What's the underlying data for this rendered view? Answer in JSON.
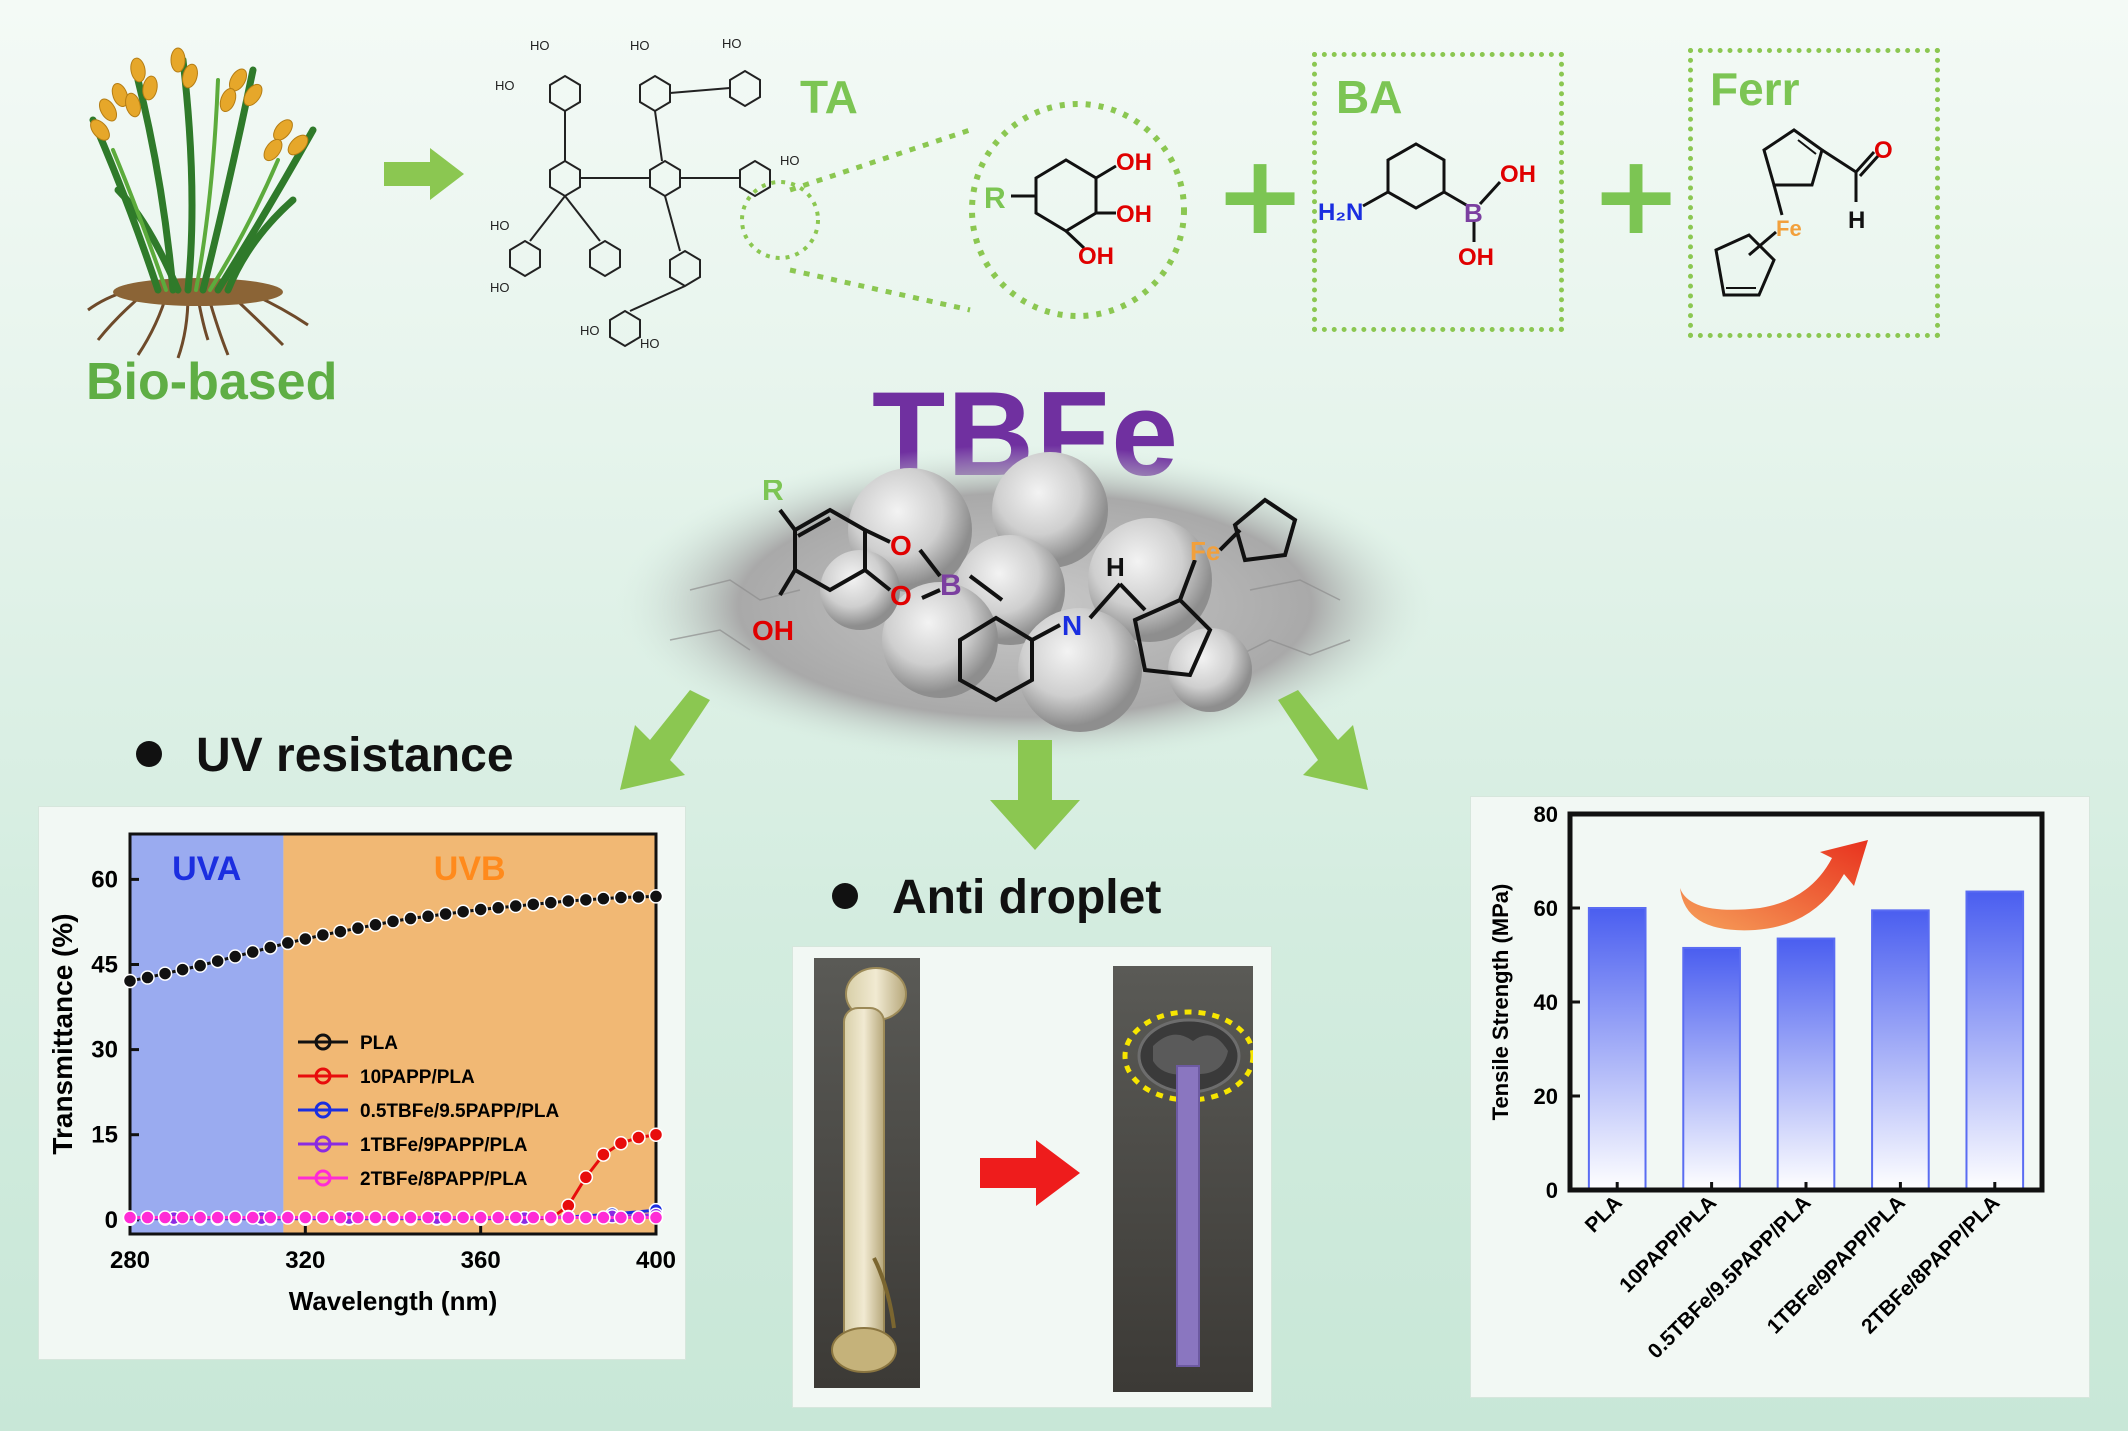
{
  "top": {
    "bio_label": "Bio-based",
    "ta_label": "TA",
    "ba_label": "BA",
    "ferr_label": "Ferr"
  },
  "structures": {
    "ta_closeup": {
      "r": "R",
      "oh1": "OH",
      "oh2": "OH",
      "oh3": "OH"
    },
    "ba": {
      "h2n": "H₂N",
      "b": "B",
      "oh1": "OH",
      "oh2": "OH"
    },
    "ferr": {
      "fe": "Fe",
      "o": "O",
      "h": "H"
    },
    "tannic_oh": "HO"
  },
  "center": {
    "title": "TBFe",
    "r": "R",
    "o1": "O",
    "o2": "O",
    "b": "B",
    "oh": "OH",
    "n": "N",
    "h": "H",
    "fe": "Fe"
  },
  "sections": {
    "uv": "UV resistance",
    "drop": "Anti droplet"
  },
  "colors": {
    "green": "#7cc553",
    "purple": "#7030a0",
    "boron": "#7b3fa0",
    "oxygen": "#e00000",
    "nitrogen": "#1a2ee0",
    "iron": "#f2a03c",
    "uva_band": "#9aabf0",
    "uvb_band": "#f1b874",
    "bar_top": "#4a5ef0"
  },
  "chart_data": [
    {
      "type": "line",
      "xlabel": "Wavelength (nm)",
      "ylabel": "Transmittance (%)",
      "xlim": [
        280,
        400
      ],
      "ylim": [
        -2.5,
        68
      ],
      "x_ticks": [
        280,
        320,
        360,
        400
      ],
      "y_ticks": [
        0,
        15,
        30,
        45,
        60
      ],
      "bands": [
        {
          "label": "UVA",
          "from": 280,
          "to": 315,
          "color": "#9aabf0",
          "label_color": "#1b2ee0"
        },
        {
          "label": "UVB",
          "from": 315,
          "to": 400,
          "color": "#f1b874",
          "label_color": "#ff8a1c"
        }
      ],
      "legend_position": "center-left",
      "series": [
        {
          "name": "PLA",
          "color": "#111111",
          "x": [
            280,
            284,
            288,
            292,
            296,
            300,
            304,
            308,
            312,
            316,
            320,
            324,
            328,
            332,
            336,
            340,
            344,
            348,
            352,
            356,
            360,
            364,
            368,
            372,
            376,
            380,
            384,
            388,
            392,
            396,
            400
          ],
          "y": [
            42.1,
            42.7,
            43.4,
            44.1,
            44.8,
            45.6,
            46.4,
            47.2,
            48.0,
            48.8,
            49.5,
            50.2,
            50.8,
            51.4,
            52.0,
            52.6,
            53.1,
            53.5,
            53.9,
            54.3,
            54.7,
            55.0,
            55.3,
            55.6,
            55.9,
            56.2,
            56.4,
            56.6,
            56.8,
            56.9,
            57.0
          ]
        },
        {
          "name": "10PAPP/PLA",
          "color": "#e80c0c",
          "x": [
            280,
            288,
            296,
            304,
            312,
            320,
            328,
            336,
            344,
            352,
            360,
            368,
            376,
            380,
            384,
            388,
            392,
            396,
            400
          ],
          "y": [
            0.2,
            0.2,
            0.2,
            0.2,
            0.2,
            0.2,
            0.2,
            0.2,
            0.2,
            0.2,
            0.2,
            0.2,
            0.2,
            2.5,
            7.5,
            11.5,
            13.5,
            14.5,
            15.0
          ]
        },
        {
          "name": "0.5TBFe/9.5PAPP/PLA",
          "color": "#1b2ee0",
          "x": [
            280,
            290,
            300,
            310,
            320,
            330,
            340,
            350,
            360,
            370,
            380,
            390,
            400
          ],
          "y": [
            0.2,
            0.2,
            0.2,
            0.2,
            0.2,
            0.2,
            0.2,
            0.2,
            0.2,
            0.3,
            0.5,
            1.0,
            1.7
          ]
        },
        {
          "name": "1TBFe/9PAPP/PLA",
          "color": "#8a2be2",
          "x": [
            280,
            290,
            300,
            310,
            320,
            330,
            340,
            350,
            360,
            370,
            380,
            390,
            400
          ],
          "y": [
            0.3,
            0.3,
            0.3,
            0.3,
            0.3,
            0.3,
            0.3,
            0.3,
            0.3,
            0.3,
            0.4,
            0.6,
            0.9
          ]
        },
        {
          "name": "2TBFe/8PAPP/PLA",
          "color": "#ff2bd6",
          "x": [
            280,
            284,
            288,
            292,
            296,
            300,
            304,
            308,
            312,
            316,
            320,
            324,
            328,
            332,
            336,
            340,
            344,
            348,
            352,
            356,
            360,
            364,
            368,
            372,
            376,
            380,
            384,
            388,
            392,
            396,
            400
          ],
          "y": [
            0.4,
            0.4,
            0.4,
            0.4,
            0.4,
            0.4,
            0.4,
            0.4,
            0.4,
            0.4,
            0.4,
            0.4,
            0.4,
            0.4,
            0.4,
            0.4,
            0.4,
            0.4,
            0.4,
            0.4,
            0.4,
            0.4,
            0.4,
            0.4,
            0.4,
            0.4,
            0.4,
            0.4,
            0.4,
            0.4,
            0.4
          ]
        }
      ]
    },
    {
      "type": "bar",
      "ylabel": "Tensile Strength (MPa)",
      "ylim": [
        0,
        80
      ],
      "y_ticks": [
        0,
        20,
        40,
        60,
        80
      ],
      "categories": [
        "PLA",
        "10PAPP/PLA",
        "0.5TBFe/9.5PAPP/PLA",
        "1TBFe/9PAPP/PLA",
        "2TBFe/8PAPP/PLA"
      ],
      "values": [
        60,
        51.5,
        53.5,
        59.5,
        63.5
      ],
      "trend_arrow": "increasing"
    }
  ]
}
